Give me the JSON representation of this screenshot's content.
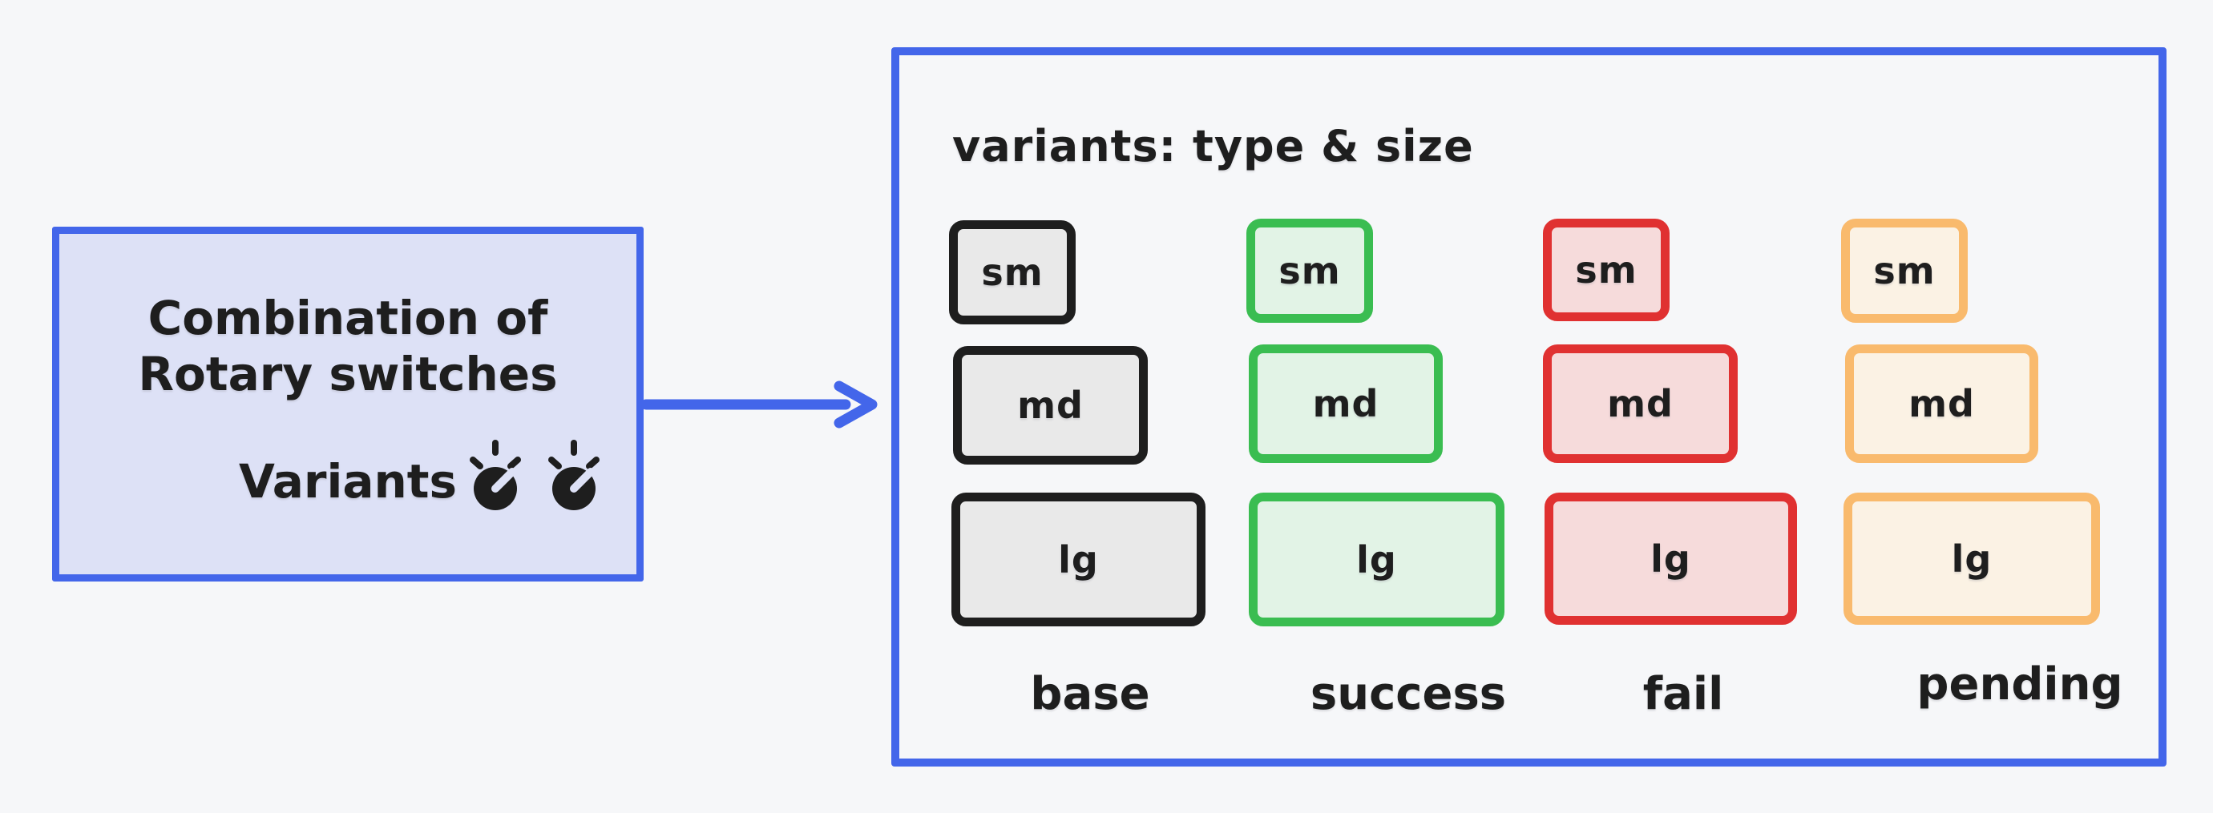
{
  "canvas": {
    "background": "#f6f7f9",
    "ink": "#1e1e1e",
    "accent": "#4366ea"
  },
  "note": {
    "fill": "#dde1f6",
    "border_color": "#4366ea",
    "lines": [
      "Combination of",
      "Rotary switches"
    ],
    "caption": "Variants",
    "icons": [
      "rotary-knob-icon",
      "rotary-knob-icon"
    ]
  },
  "arrow": {
    "color": "#4366ea"
  },
  "panel": {
    "border_color": "#4366ea",
    "title": "variants: type & size",
    "size_labels": [
      "sm",
      "md",
      "lg"
    ],
    "columns": [
      {
        "label": "base",
        "border_color": "#1e1e1e",
        "fill_color": "#e9e9e9"
      },
      {
        "label": "success",
        "border_color": "#3abd51",
        "fill_color": "#e2f3e6"
      },
      {
        "label": "fail",
        "border_color": "#e03131",
        "fill_color": "#f6dbdb"
      },
      {
        "label": "pending",
        "border_color": "#f9ba6d",
        "fill_color": "#fbf2e4"
      }
    ]
  }
}
